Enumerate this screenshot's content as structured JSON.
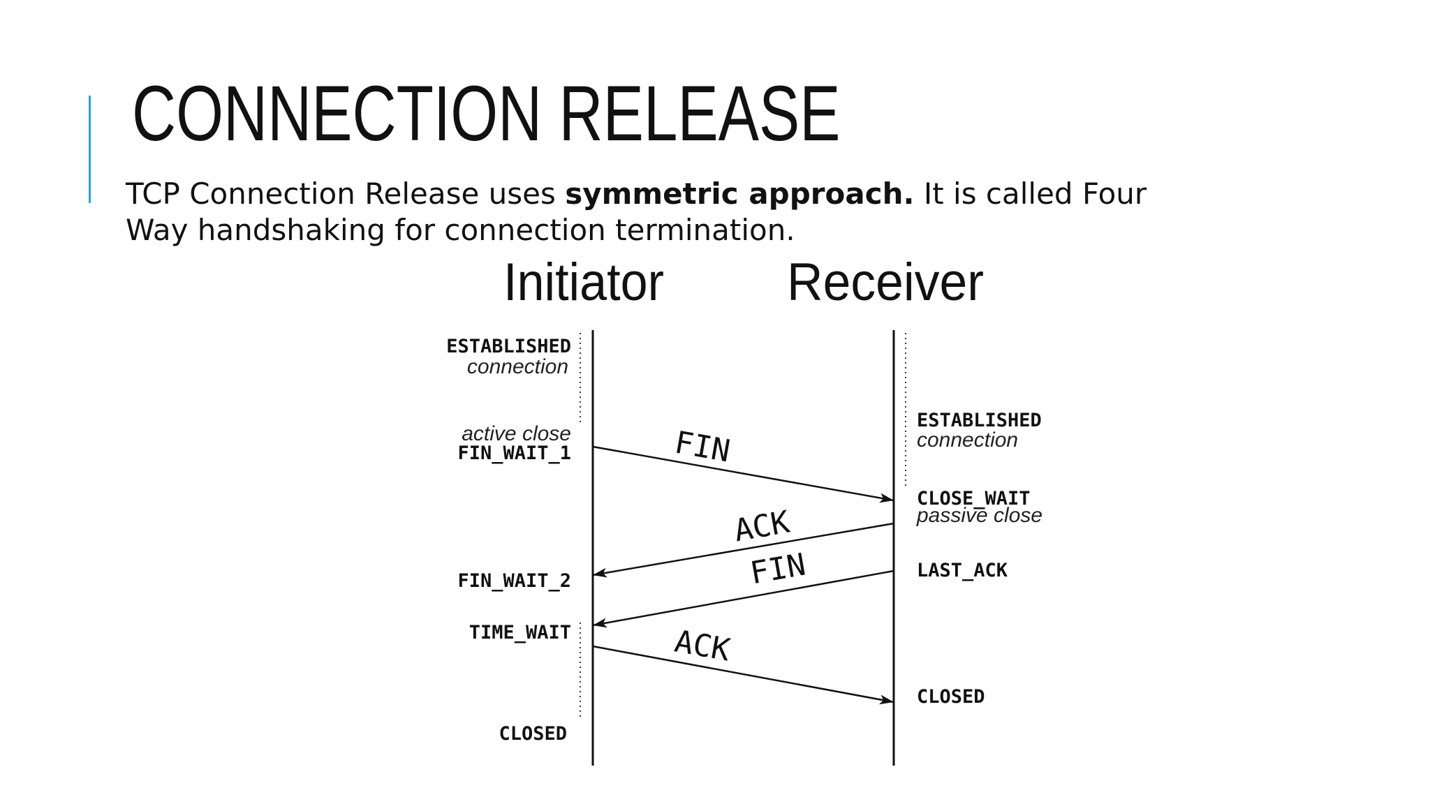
{
  "slide": {
    "title": "CONNECTION RELEASE",
    "body_pre": "TCP Connection Release uses ",
    "body_bold": "symmetric approach.",
    "body_post": " It is called Four Way handshaking for connection termination.",
    "accent_color": "#2aa3d8"
  },
  "diagram": {
    "initiator": "Initiator",
    "receiver": "Receiver",
    "left_states": {
      "established": "ESTABLISHED",
      "connection": "connection",
      "active_close": "active close",
      "fin_wait_1": "FIN_WAIT_1",
      "fin_wait_2": "FIN_WAIT_2",
      "time_wait": "TIME_WAIT",
      "closed": "CLOSED"
    },
    "right_states": {
      "established": "ESTABLISHED",
      "connection": "connection",
      "close_wait": "CLOSE_WAIT",
      "passive_close": "passive close",
      "last_ack": "LAST_ACK",
      "closed": "CLOSED"
    },
    "messages": [
      "FIN",
      "ACK",
      "FIN",
      "ACK"
    ]
  }
}
